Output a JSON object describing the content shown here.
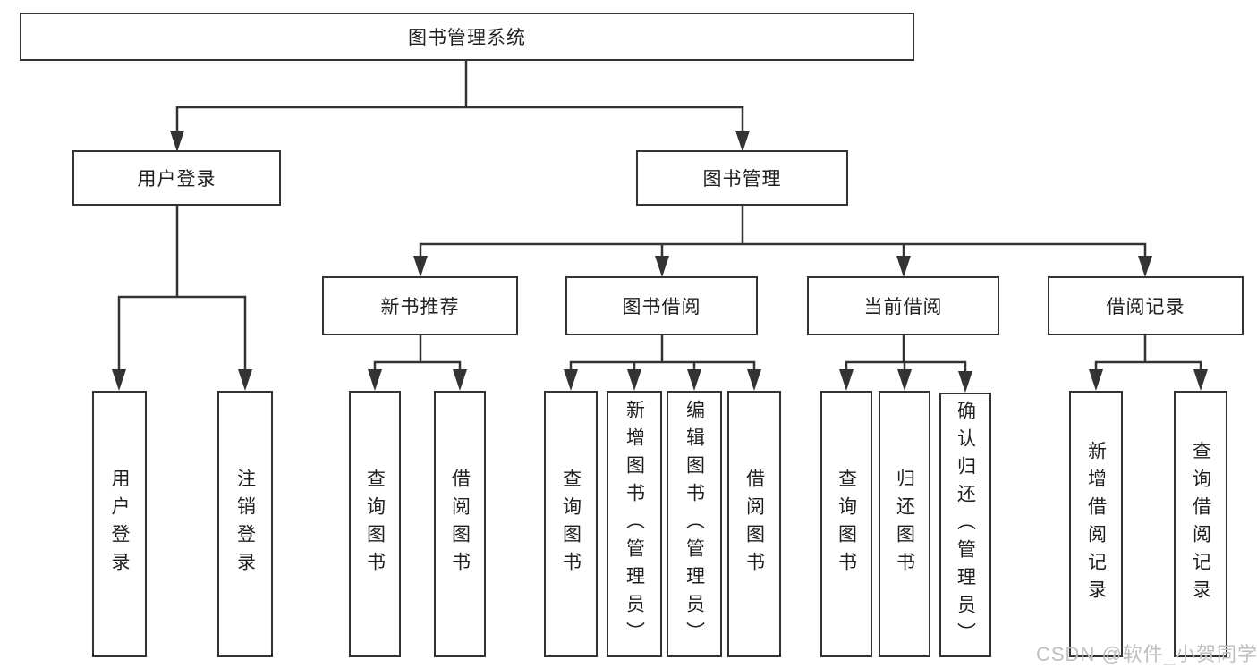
{
  "diagram": {
    "root": "图书管理系统",
    "children": [
      {
        "label": "用户登录",
        "children": [
          {
            "label": "用户登录"
          },
          {
            "label": "注销登录"
          }
        ]
      },
      {
        "label": "图书管理",
        "children": [
          {
            "label": "新书推荐",
            "children": [
              {
                "label": "查询图书"
              },
              {
                "label": "借阅图书"
              }
            ]
          },
          {
            "label": "图书借阅",
            "children": [
              {
                "label": "查询图书"
              },
              {
                "label": "新增图书（管理员）"
              },
              {
                "label": "编辑图书（管理员）"
              },
              {
                "label": "借阅图书"
              }
            ]
          },
          {
            "label": "当前借阅",
            "children": [
              {
                "label": "查询图书"
              },
              {
                "label": "归还图书"
              },
              {
                "label": "确认归还（管理员）"
              }
            ]
          },
          {
            "label": "借阅记录",
            "children": [
              {
                "label": "新增借阅记录"
              },
              {
                "label": "查询借阅记录"
              }
            ]
          }
        ]
      }
    ]
  },
  "watermark": {
    "text": "CSDN @软件_小贺同学"
  },
  "colors": {
    "line": "#333333",
    "box_border": "#333333",
    "text": "#1f1f1f",
    "watermark": "#bfbfbf",
    "background": "#ffffff"
  }
}
